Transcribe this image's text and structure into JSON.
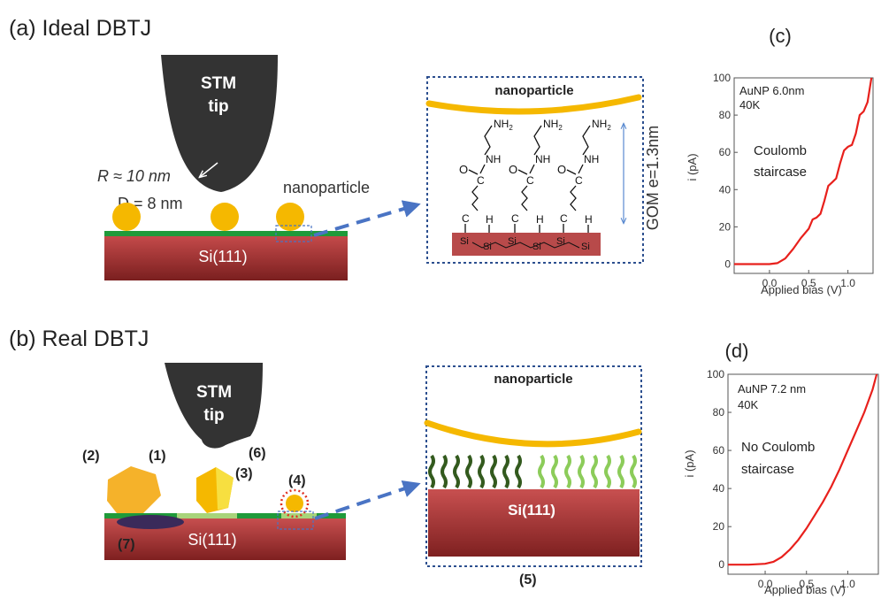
{
  "panel_a": {
    "title": "(a) Ideal DBTJ",
    "tip_line1": "STM",
    "tip_line2": "tip",
    "radius_label": "R ≈ 10 nm",
    "distance_label": "D = 8 nm",
    "nanoparticle_label": "nanoparticle",
    "substrate_label": "Si(111)",
    "inset": {
      "nanoparticle_label": "nanoparticle",
      "amine": "NH",
      "amine_sub": "2",
      "amide_nh": "NH",
      "carbonyl_o": "O",
      "carbonyl_c": "C",
      "anchor_c": "C",
      "h": "H",
      "si": "Si",
      "gom_label": "GOM  e=1.3nm"
    }
  },
  "panel_b": {
    "title": "(b) Real DBTJ",
    "tip_line1": "STM",
    "tip_line2": "tip",
    "substrate_label": "Si(111)",
    "markers": [
      "(1)",
      "(2)",
      "(3)",
      "(4)",
      "(5)",
      "(6)",
      "(7)"
    ],
    "inset": {
      "nanoparticle_label": "nanoparticle",
      "substrate_label": "Si(111)"
    }
  },
  "chart_data": [
    {
      "type": "line",
      "panel_label": "(c)",
      "xlabel": "Applied bias (V)",
      "ylabel": "i (pA)",
      "xlim": [
        -0.45,
        1.32
      ],
      "ylim": [
        -5,
        100
      ],
      "x_ticks": [
        0.0,
        0.5,
        1.0
      ],
      "x_tick_labels": [
        "0.0",
        "0.5",
        "1.0"
      ],
      "y_ticks": [
        0,
        20,
        40,
        60,
        80,
        100
      ],
      "y_tick_labels": [
        "0",
        "20",
        "40",
        "60",
        "80",
        "100"
      ],
      "annotations": [
        "AuNP 6.0nm",
        "40K",
        "Coulomb",
        "staircase"
      ],
      "series": [
        {
          "color": "#e8201c",
          "x": [
            -0.45,
            -0.2,
            0.0,
            0.1,
            0.2,
            0.3,
            0.4,
            0.5,
            0.55,
            0.6,
            0.65,
            0.7,
            0.75,
            0.8,
            0.85,
            0.9,
            0.95,
            1.0,
            1.05,
            1.1,
            1.15,
            1.2,
            1.25,
            1.3
          ],
          "y": [
            0,
            0,
            0,
            0.5,
            3,
            8,
            14,
            19,
            24,
            25,
            27,
            34,
            42,
            44,
            46,
            54,
            61,
            63,
            64,
            70,
            80,
            82,
            87,
            100
          ]
        }
      ]
    },
    {
      "type": "line",
      "panel_label": "(d)",
      "xlabel": "Applied bias (V)",
      "ylabel": "i (pA)",
      "xlim": [
        -0.45,
        1.37
      ],
      "ylim": [
        -5,
        100
      ],
      "x_ticks": [
        0.0,
        0.5,
        1.0
      ],
      "x_tick_labels": [
        "0.0",
        "0.5",
        "1.0"
      ],
      "y_ticks": [
        0,
        20,
        40,
        60,
        80,
        100
      ],
      "y_tick_labels": [
        "0",
        "20",
        "40",
        "60",
        "80",
        "100"
      ],
      "annotations": [
        "AuNP 7.2 nm",
        "40K",
        "No Coulomb",
        "staircase"
      ],
      "series": [
        {
          "color": "#e8201c",
          "x": [
            -0.45,
            -0.2,
            0.0,
            0.1,
            0.2,
            0.3,
            0.4,
            0.5,
            0.6,
            0.7,
            0.8,
            0.9,
            1.0,
            1.1,
            1.2,
            1.3,
            1.35
          ],
          "y": [
            0,
            0,
            0.5,
            1.5,
            4,
            8,
            13,
            19,
            26,
            33,
            41,
            50,
            60,
            70,
            80,
            92,
            100
          ]
        }
      ]
    }
  ]
}
